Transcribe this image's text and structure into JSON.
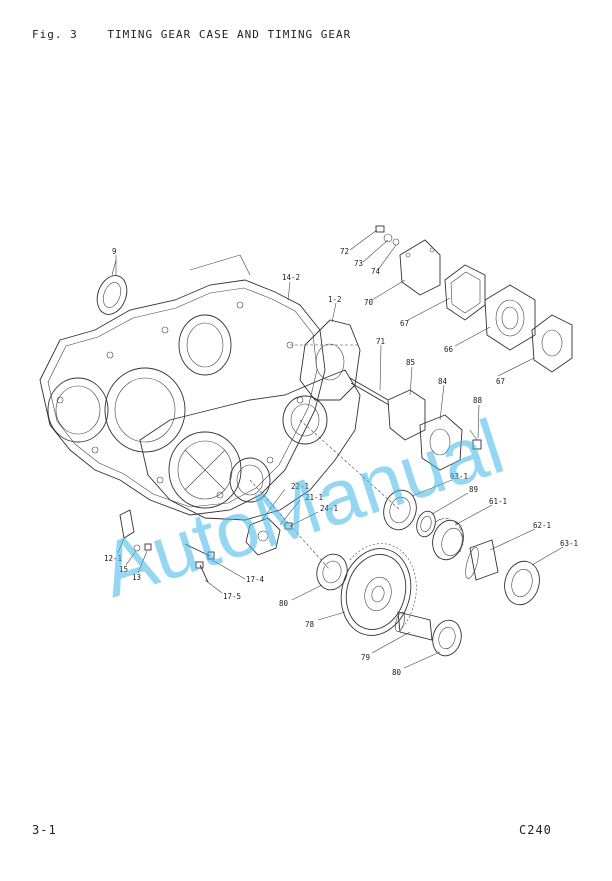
{
  "header": {
    "figure": "Fig. 3",
    "title": "TIMING GEAR CASE AND TIMING GEAR"
  },
  "footer": {
    "page": "3-1",
    "model": "C240"
  },
  "watermark": "AutoManual",
  "callouts": {
    "c9": "9",
    "c14_2": "14-2",
    "c1_2": "1-2",
    "c72": "72",
    "c73": "73",
    "c74": "74",
    "c70": "70",
    "c67a": "67",
    "c66": "66",
    "c67b": "67",
    "c71": "71",
    "c85": "85",
    "c84": "84",
    "c88": "88",
    "c63_1a": "63-1",
    "c89": "89",
    "c61_1": "61-1",
    "c62_1": "62-1",
    "c63_1b": "63-1",
    "c22_1": "22-1",
    "c21_1": "21-1",
    "c24_1": "24-1",
    "c12_1": "12-1",
    "c15": "15",
    "c13": "13",
    "c17_4": "17-4",
    "c17_5": "17-5",
    "c80a": "80",
    "c78": "78",
    "c79": "79",
    "c80b": "80"
  }
}
